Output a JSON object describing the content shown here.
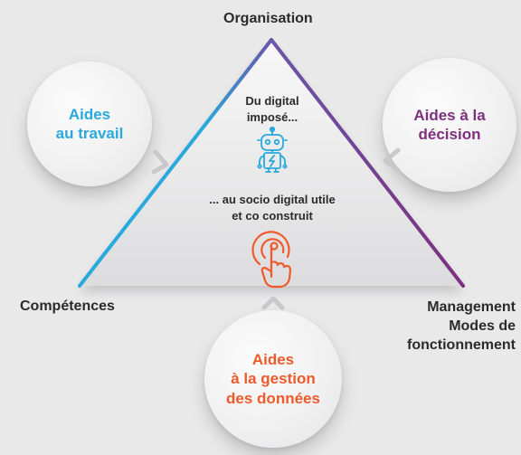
{
  "vertices": {
    "top": "Organisation",
    "left": "Compétences",
    "right": [
      "Management",
      "Modes de",
      "fonctionnement"
    ]
  },
  "circles": {
    "left": {
      "lines": [
        "Aides",
        "au travail"
      ],
      "color": "#29a9dc"
    },
    "right": {
      "lines": [
        "Aides à la",
        "décision"
      ],
      "color": "#7e2f7d"
    },
    "bottom": {
      "lines": [
        "Aides",
        "à la gestion",
        "des données"
      ],
      "color": "#ef5a2b"
    }
  },
  "center": {
    "upper": [
      "Du digital",
      "imposé..."
    ],
    "lower": [
      "... au socio digital utile",
      "et co construit"
    ]
  },
  "icons": {
    "robot": {
      "name": "robot-icon",
      "color": "#29a9dc"
    },
    "touch": {
      "name": "touch-hand-icon",
      "color": "#ef5a2b"
    }
  },
  "colors": {
    "cyan": "#29a9dc",
    "purple": "#7e2f7d",
    "orange": "#ef5a2b"
  }
}
